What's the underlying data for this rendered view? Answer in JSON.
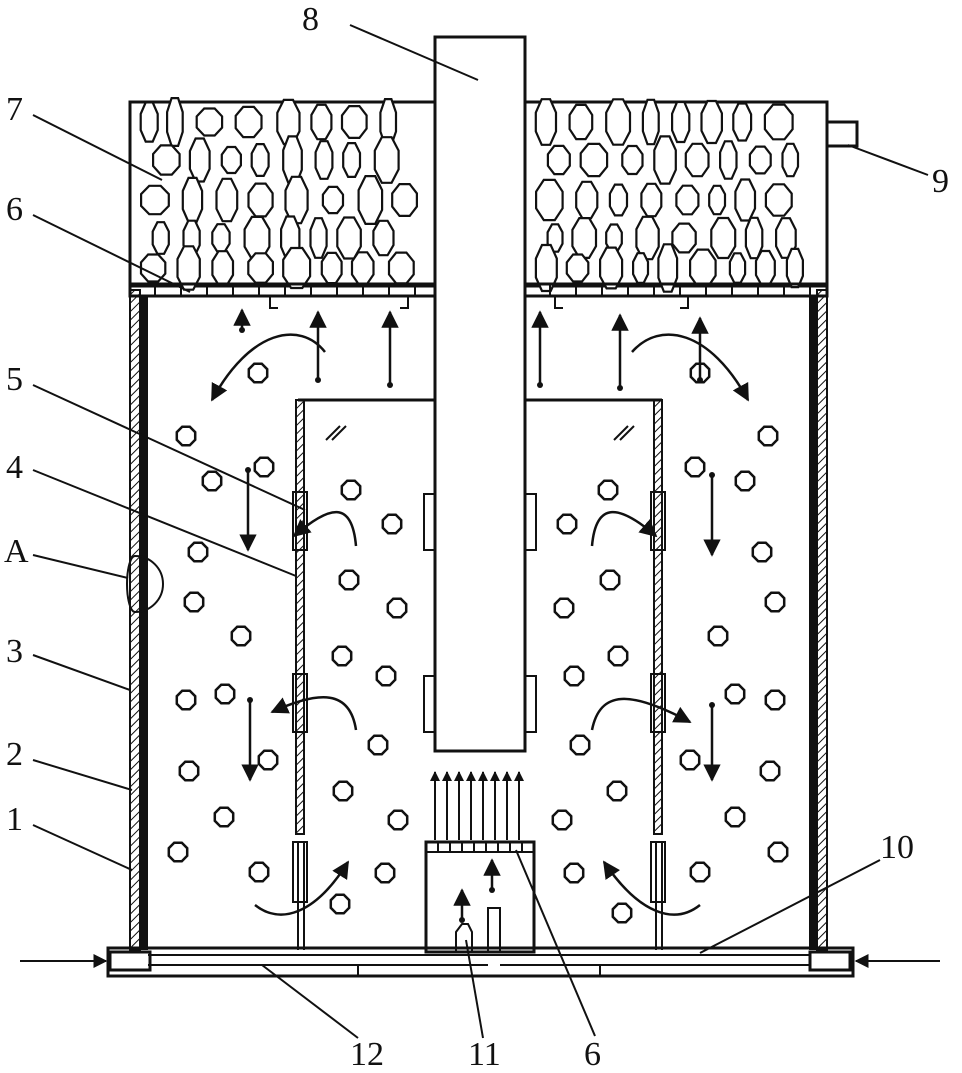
{
  "labels": {
    "l1": "1",
    "l2": "2",
    "l3": "3",
    "l4": "4",
    "l5": "5",
    "l6a": "6",
    "l7": "7",
    "l8": "8",
    "l9": "9",
    "l10": "10",
    "l11": "11",
    "l12": "12",
    "l6b": "6",
    "lA": "A"
  }
}
